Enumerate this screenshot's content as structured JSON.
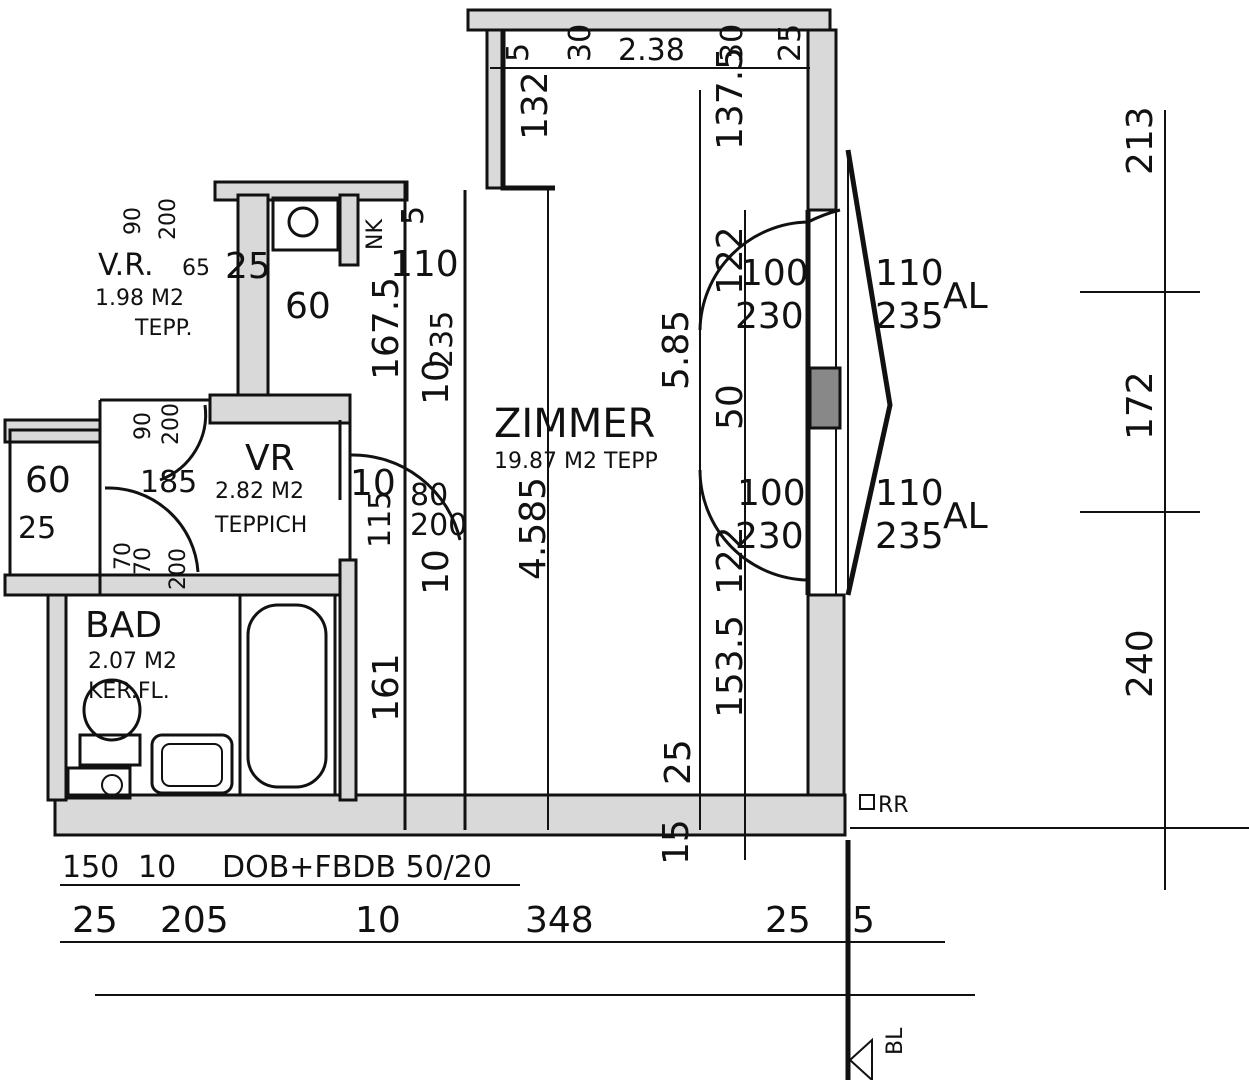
{
  "rooms": {
    "zimmer": {
      "name": "ZIMMER",
      "area": "19.87 M2 TEPP"
    },
    "vr_small": {
      "name": "V.R.",
      "area": "1.98 M2",
      "floor": "TEPP."
    },
    "vr": {
      "name": "VR",
      "area": "2.82 M2",
      "floor": "TEPPICH"
    },
    "bad": {
      "name": "BAD",
      "area": "2.07 M2",
      "floor": "KER.FL."
    },
    "nk": {
      "name": "NK"
    }
  },
  "windows": {
    "top": {
      "width": "110",
      "height": "235",
      "type": "AL"
    },
    "bottom": {
      "width": "110",
      "height": "235",
      "type": "AL"
    },
    "door_top": {
      "width": "100",
      "height": "230"
    },
    "door_bottom": {
      "width": "100",
      "height": "230"
    }
  },
  "top_dims": [
    "5",
    "30",
    "2.38",
    "30",
    "25"
  ],
  "right_dims": [
    "213",
    "172",
    "240"
  ],
  "bottom_dims_1": [
    "150",
    "10",
    "DOB+FBDB 50/20"
  ],
  "bottom_dims_2": [
    "25",
    "205",
    "10",
    "348",
    "25",
    "5"
  ],
  "inner_dims": {
    "d132": "132",
    "d1375": "137.5",
    "d122a": "122",
    "d122b": "122",
    "d585": "5.85",
    "d50": "50",
    "d4585": "4.585",
    "d1535": "153.5",
    "d25": "25",
    "d15": "15",
    "d161": "161",
    "d1675": "167.5",
    "d10a": "10",
    "d235": "235",
    "d110": "110",
    "d60a": "60",
    "d5": "5",
    "d90a": "90",
    "d200a": "200",
    "d65": "65",
    "d25b": "25",
    "d90b": "90",
    "d200b": "200",
    "d185": "185",
    "d60b": "60",
    "d25c": "25",
    "d70a": "70",
    "d70b": "70",
    "d200c": "200",
    "d10b": "10",
    "d80": "80",
    "d200d": "200",
    "d115": "115",
    "d10c": "10"
  },
  "markers": {
    "rr": "RR",
    "bl": "BL"
  }
}
